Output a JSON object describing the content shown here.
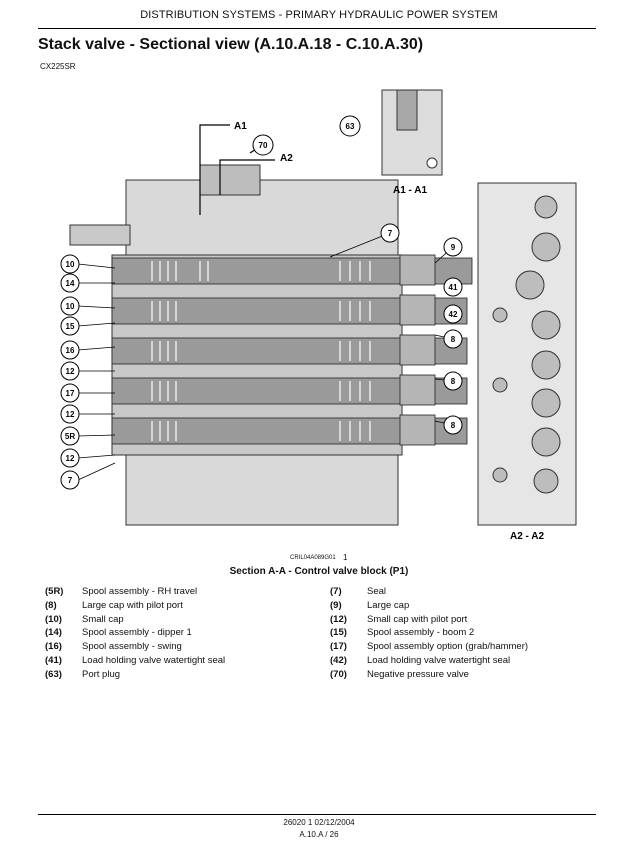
{
  "header": {
    "section": "DISTRIBUTION SYSTEMS - PRIMARY HYDRAULIC POWER SYSTEM"
  },
  "page": {
    "title": "Stack valve - Sectional view (A.10.A.18 - C.10.A.30)",
    "model": "CX225SR"
  },
  "figure": {
    "view_labels": {
      "a1": "A1",
      "a2": "A2",
      "a1_a1": "A1 - A1",
      "a2_a2": "A2 - A2"
    },
    "callouts_left": [
      "10",
      "14",
      "10",
      "15",
      "16",
      "12",
      "17",
      "12",
      "5R",
      "12",
      "7"
    ],
    "callouts_right": [
      "9",
      "41",
      "42",
      "8",
      "8",
      "8"
    ],
    "callouts_top": [
      "70",
      "63",
      "7"
    ],
    "code": "CRIL04A089G01",
    "number": "1",
    "caption": "Section A-A - Control valve block (P1)"
  },
  "legend": {
    "rows": [
      [
        {
          "code": "(5R)",
          "desc": "Spool assembly - RH travel"
        },
        {
          "code": "(7)",
          "desc": "Seal"
        }
      ],
      [
        {
          "code": "(8)",
          "desc": "Large cap with pilot port"
        },
        {
          "code": "(9)",
          "desc": "Large cap"
        }
      ],
      [
        {
          "code": "(10)",
          "desc": "Small cap"
        },
        {
          "code": "(12)",
          "desc": "Small cap with pilot port"
        }
      ],
      [
        {
          "code": "(14)",
          "desc": "Spool assembly - dipper 1"
        },
        {
          "code": "(15)",
          "desc": "Spool assembly - boom 2"
        }
      ],
      [
        {
          "code": "(16)",
          "desc": "Spool assembly - swing"
        },
        {
          "code": "(17)",
          "desc": "Spool assembly option (grab/hammer)"
        }
      ],
      [
        {
          "code": "(41)",
          "desc": "Load holding valve watertight seal"
        },
        {
          "code": "(42)",
          "desc": "Load holding valve watertight seal"
        }
      ],
      [
        {
          "code": "(63)",
          "desc": "Port plug"
        },
        {
          "code": "(70)",
          "desc": "Negative pressure valve"
        }
      ]
    ]
  },
  "footer": {
    "line1": "26020 1 02/12/2004",
    "line2": "A.10.A / 26"
  }
}
